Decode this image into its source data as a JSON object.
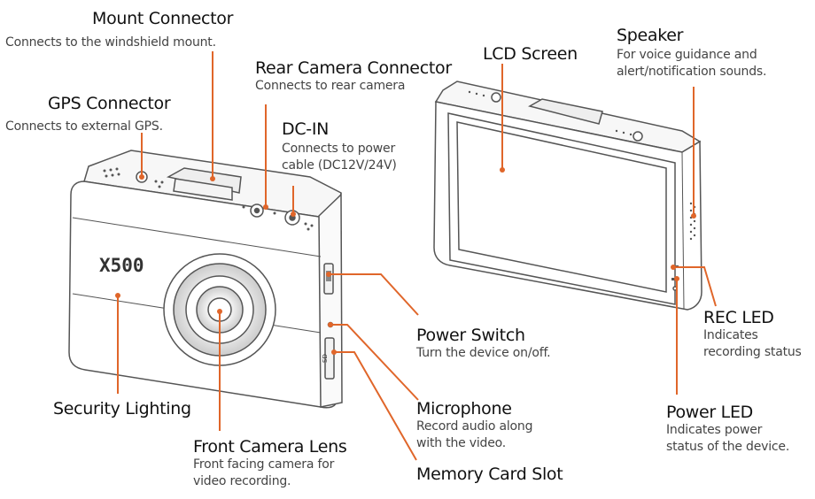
{
  "colors": {
    "leader": "#e0662a",
    "body_stroke": "#555555"
  },
  "device": {
    "model_text": "X500",
    "sd_text": "SD"
  },
  "callouts": [
    {
      "id": "mount-connector",
      "title": "Mount Connector",
      "desc": [
        "Connects to the windshield mount."
      ]
    },
    {
      "id": "gps-connector",
      "title": "GPS Connector",
      "desc": [
        "Connects to external GPS."
      ]
    },
    {
      "id": "rear-camera-connector",
      "title": "Rear Camera Connector",
      "desc": [
        "Connects to rear camera"
      ]
    },
    {
      "id": "dc-in",
      "title": "DC-IN",
      "desc": [
        "Connects to power",
        "cable (DC12V/24V)"
      ]
    },
    {
      "id": "lcd-screen",
      "title": "LCD Screen",
      "desc": []
    },
    {
      "id": "speaker",
      "title": "Speaker",
      "desc": [
        "For voice guidance and",
        "alert/notification sounds."
      ]
    },
    {
      "id": "power-switch",
      "title": "Power Switch",
      "desc": [
        "Turn the device on/off."
      ]
    },
    {
      "id": "microphone",
      "title": "Microphone",
      "desc": [
        "Record audio along",
        "with the video."
      ]
    },
    {
      "id": "memory-card-slot",
      "title": "Memory Card Slot",
      "desc": []
    },
    {
      "id": "security-lighting",
      "title": "Security Lighting",
      "desc": []
    },
    {
      "id": "front-camera-lens",
      "title": "Front Camera Lens",
      "desc": [
        "Front facing camera for",
        "video recording."
      ]
    },
    {
      "id": "rec-led",
      "title": "REC LED",
      "desc": [
        "Indicates",
        "recording status"
      ]
    },
    {
      "id": "power-led",
      "title": "Power LED",
      "desc": [
        "Indicates power",
        "status of the device."
      ]
    }
  ]
}
